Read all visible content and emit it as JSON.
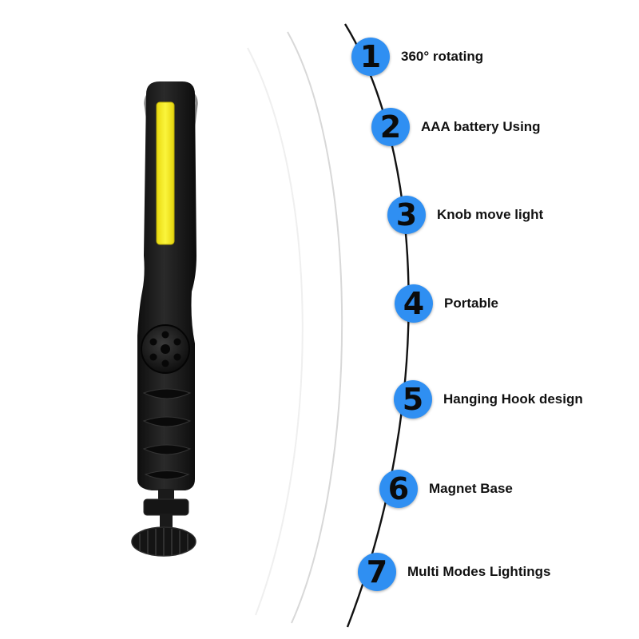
{
  "colors": {
    "badge_fill": "#2f8ff2",
    "badge_text": "#0b0b0b",
    "cob_panel": "#f4ea22",
    "body": "#1b1b1b",
    "curve": "#111111"
  },
  "product_image": {
    "subject": "cob-work-light",
    "icons": [
      "hanging-hook-icon",
      "cob-led-panel",
      "control-knob",
      "grip-ridges",
      "rotating-magnet-base"
    ]
  },
  "features": [
    {
      "number": "1",
      "label": "360° rotating"
    },
    {
      "number": "2",
      "label": "AAA battery Using"
    },
    {
      "number": "3",
      "label": "Knob move light"
    },
    {
      "number": "4",
      "label": "Portable"
    },
    {
      "number": "5",
      "label": "Hanging Hook design"
    },
    {
      "number": "6",
      "label": "Magnet Base"
    },
    {
      "number": "7",
      "label": "Multi Modes Lightings"
    }
  ]
}
